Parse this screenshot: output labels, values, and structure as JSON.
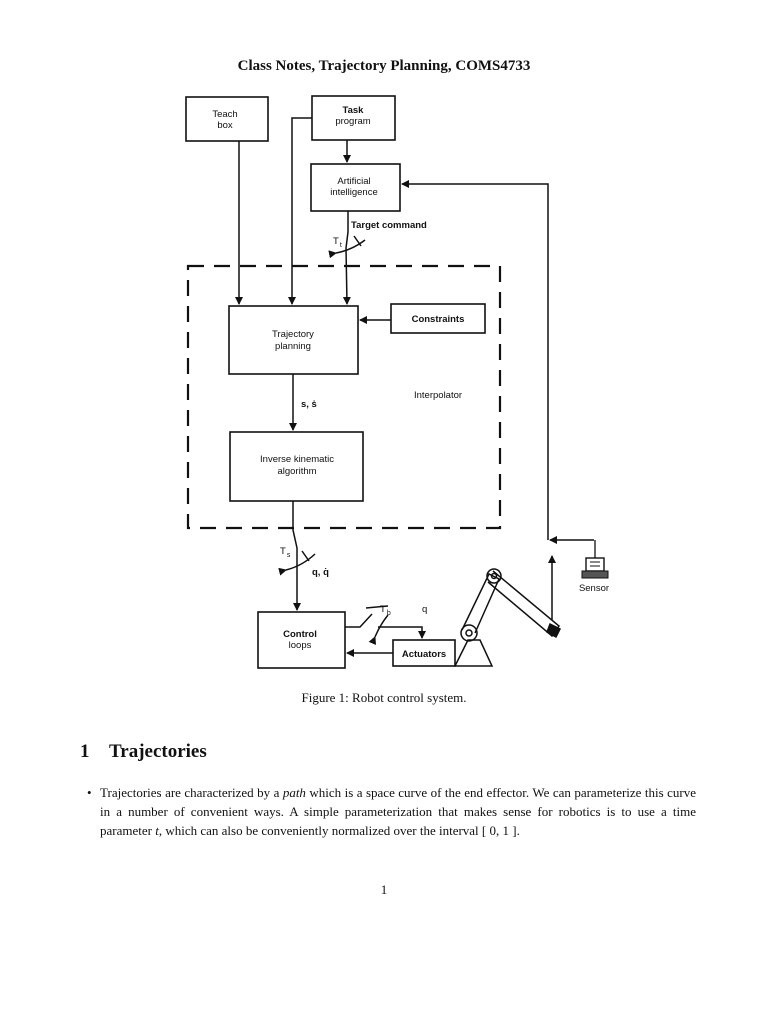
{
  "header": {
    "title": "Class Notes, Trajectory Planning, COMS4733"
  },
  "figure": {
    "blocks": {
      "teach_box": [
        "Teach",
        "box"
      ],
      "task_program": [
        "Task",
        "program"
      ],
      "artificial_intelligence": [
        "Artificial",
        "intelligence"
      ],
      "trajectory_planning": [
        "Trajectory",
        "planning"
      ],
      "constraints": "Constraints",
      "inverse_kinematic": [
        "Inverse kinematic",
        "algorithm"
      ],
      "control_loops": [
        "Control",
        "loops"
      ],
      "actuators": "Actuators",
      "sensor": "Sensor"
    },
    "labels": {
      "target_command": "Target command",
      "interpolator": "Interpolator",
      "s_sdot": "s, ṡ",
      "q_qdot": "q, q̇",
      "q_small": "q",
      "tt_base": "T",
      "tt_sub": "t",
      "ts_base": "T",
      "ts_sub": "s",
      "tb_base": "T",
      "tb_sub": "b"
    },
    "caption": "Figure 1: Robot control system."
  },
  "section": {
    "number": "1",
    "title": "Trajectories"
  },
  "body": {
    "bullet": "•",
    "p_part1": "Trajectories are characterized by a ",
    "p_path": "path",
    "p_part2": " which is a space curve of the end effector. We can parameterize this curve in a number of convenient ways. A simple parameterization that makes sense for robotics is to use a time parameter ",
    "p_t": "t",
    "p_part3": ", which can also be conveniently normalized over the interval [ 0, 1 ]."
  },
  "footer": {
    "page_number": "1"
  }
}
